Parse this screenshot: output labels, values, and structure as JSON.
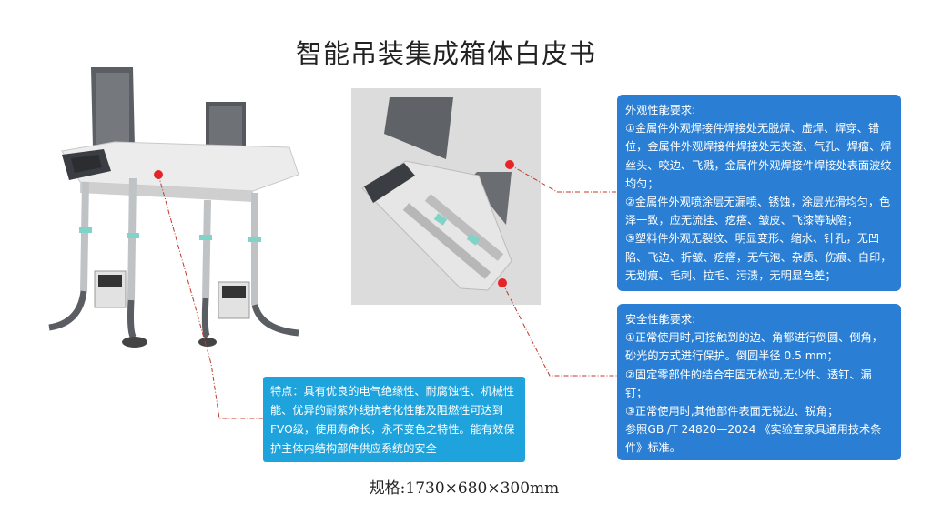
{
  "title": "智能吊装集成箱体白皮书",
  "appearance": {
    "heading": "外观性能要求:",
    "items": [
      "①金属件外观焊接件焊接处无脱焊、虚焊、焊穿、错位，金属件外观焊接件焊接处无夹渣、气孔、焊瘤、焊丝头、咬边、飞溅，金属件外观焊接件焊接处表面波纹均匀；",
      "②金属件外观喷涂层无漏喷、锈蚀，涂层光滑均匀，色泽一致，应无流挂、疙瘩、皱皮、飞漆等缺陷；",
      "③塑料件外观无裂纹、明显变形、缩水、针孔，无凹陷、飞边、折皱、疙瘩，无气泡、杂质、伤痕、白印，无划痕、毛刺、拉毛、污渍，无明显色差；"
    ]
  },
  "safety": {
    "heading": "安全性能要求:",
    "items": [
      "①正常使用时,可接触到的边、角都进行倒圆、倒角，砂光的方式进行保护。倒圆半径 0.5 mm；",
      "②固定零部件的结合牢固无松动,无少件、透钉、漏钉；",
      "③正常使用时,其他部件表面无锐边、锐角；",
      "参照GB /T 24820—2024 《实验室家具通用技术条件》标准。"
    ]
  },
  "features": {
    "text": "特点：具有优良的电气绝缘性、耐腐蚀性、机械性能、优异的耐紫外线抗老化性能及阻燃性可达到FVO级，使用寿命长，永不变色之特性。能有效保护主体内结构部件供应系统的安全"
  },
  "spec": "规格:1730×680×300mm",
  "colors": {
    "box_blue": "#2a7fd4",
    "feature_blue": "#1ea3dc",
    "marker_red": "#e8232a",
    "leader": "#c0392b"
  }
}
